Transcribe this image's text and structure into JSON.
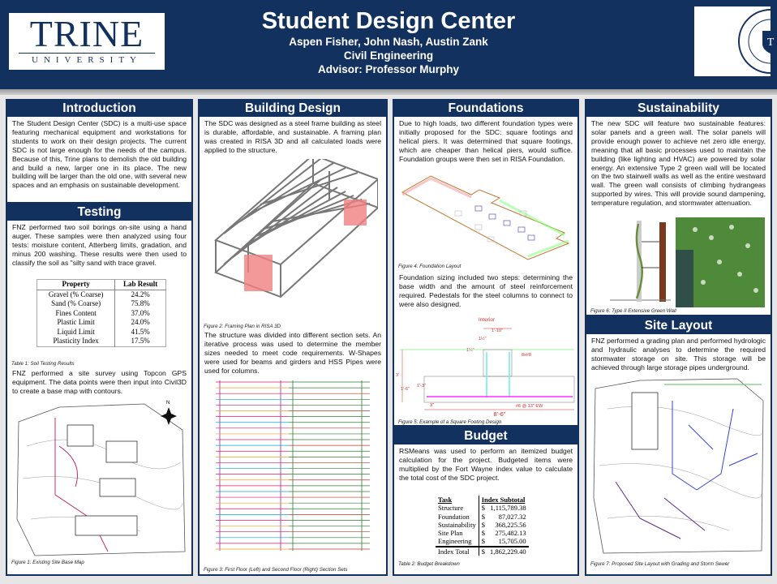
{
  "header": {
    "title": "Student Design Center",
    "authors": "Aspen Fisher, John Nash, Austin Zank",
    "department": "Civil Engineering",
    "advisor": "Advisor: Professor Murphy",
    "logo_left_text": [
      "TRINE",
      "UNIVERSITY"
    ],
    "logo_right_text": "TRINE UNIVERSITY · ANGOLA, INDIANA"
  },
  "colors": {
    "navy": "#13315f",
    "background": "#e6e6e6"
  },
  "introduction": {
    "title": "Introduction",
    "body": "The Student Design Center (SDC) is a multi-use space featuring mechanical equipment and workstations for students to work on their design projects. The current SDC is not large enough for the needs of the campus. Because of this, Trine plans to demolish the old building and build a new, larger one in its place. The new building will be larger than the old one, with several new spaces and an emphasis on sustainable development."
  },
  "testing": {
    "title": "Testing",
    "body": "FNZ performed two soil borings on-site using a hand auger. These samples were then analyzed using four tests: moisture content, Atterberg limits, gradation, and minus 200 washing. These results were then used to classify the soil as \"silty sand with trace gravel.",
    "table": {
      "headers": [
        "Property",
        "Lab Result"
      ],
      "rows": [
        [
          "Gravel (% Coarse)",
          "24.2%"
        ],
        [
          "Sand (% Coarse)",
          "75.8%"
        ],
        [
          "Fines Content",
          "37.0%"
        ],
        [
          "Plastic Limit",
          "24.0%"
        ],
        [
          "Liquid Limit",
          "41.5%"
        ],
        [
          "Plasticity Index",
          "17.5%"
        ]
      ]
    },
    "table_caption": "Table 1: Soil Testing Results",
    "body2": "FNZ performed a site survey using Topcon GPS equipment. The data points were then input into Civil3D to create a base map with contours.",
    "figure_caption": "Figure 1: Existing Site Base Map",
    "north_label": "N"
  },
  "building_design": {
    "title": "Building Design",
    "body": "The SDC was designed as a steel frame building as steel is durable, affordable, and sustainable. A framing plan was created in RISA 3D and all calculated loads were applied to the structure.",
    "figure2_caption": "Figure 2: Framing Plan in RISA 3D",
    "body2": "The structure was divided into different section sets. An iterative process was used to determine the member sizes needed to meet code requirements. W-Shapes were used for beams and girders and HSS Pipes were used for columns.",
    "figure3_caption": "Figure 3: First Floor (Left) and Second Floor (Right) Section Sets"
  },
  "foundations": {
    "title": "Foundations",
    "body": "Due to high loads, two different foundation types were initially proposed for the SDC: square footings and helical piers. It was determined that square footings, which are cheaper than helical piers, would suffice. Foundation groups were then set in RISA Foundation.",
    "figure4_caption": "Figure 4: Foundation Layout",
    "body2": "Foundation sizing included two steps: determining the base width and the amount of steel reinforcement required. Pedestals for the steel columns to connect to were also designed.",
    "footing_labels": {
      "title": "Interior",
      "pedestal_width": "1'-10\"",
      "cover_top": "1½\"",
      "cover_side": "1½\"",
      "bars": "8x#8",
      "depth_total": "3'",
      "depth": "1'-6\"",
      "depth2": "1'-3\"",
      "cover_bottom": "3\"",
      "rebar": "#6 @ 13\" EW",
      "width": "8'-6\""
    },
    "figure5_caption": "Figure 5: Example of a Square Footing Design"
  },
  "budget": {
    "title": "Budget",
    "body": "RSMeans was used to perform an itemized budget calculation for the project. Budgeted items were multiplied by the Fort Wayne index value to calculate the total cost of the SDC project.",
    "table": {
      "headers": [
        "Task",
        "Index Subtotal"
      ],
      "rows": [
        [
          "Structure",
          "$",
          "1,115,789.38"
        ],
        [
          "Foundation",
          "$",
          "87,027.32"
        ],
        [
          "Sustainability",
          "$",
          "368,225.56"
        ],
        [
          "Site Plan",
          "$",
          "275,482.13"
        ],
        [
          "Engineering",
          "$",
          "15,705.00"
        ]
      ],
      "total": [
        "Index Total",
        "$",
        "1,862,229.40"
      ]
    },
    "table_caption": "Table 2: Budget Breakdown"
  },
  "sustainability": {
    "title": "Sustainability",
    "body": "The new SDC will feature two sustainable features: solar panels and a green wall. The solar panels will provide enough power to achieve net zero idle energy, meaning that all basic processes used to maintain the building (like lighting and HVAC) are powered by solar energy. An extensive Type 2 green wall will be located on the two stairwell walls as well as the entire westward wall. The green wall consists of climbing hydrangeas supported by wires. This will provide sound dampening, temperature regulation, and stormwater attenuation.",
    "figure6_caption": "Figure 6: Type II Extensive Green Wall"
  },
  "site_layout": {
    "title": "Site Layout",
    "body": "FNZ performed a grading plan and performed hydrologic and hydraulic analyses to determine the required stormwater storage on site. This storage will be achieved through large storage pipes underground.",
    "figure7_caption": "Figure 7: Proposed Site Layout with Grading and Storm Sewer"
  }
}
